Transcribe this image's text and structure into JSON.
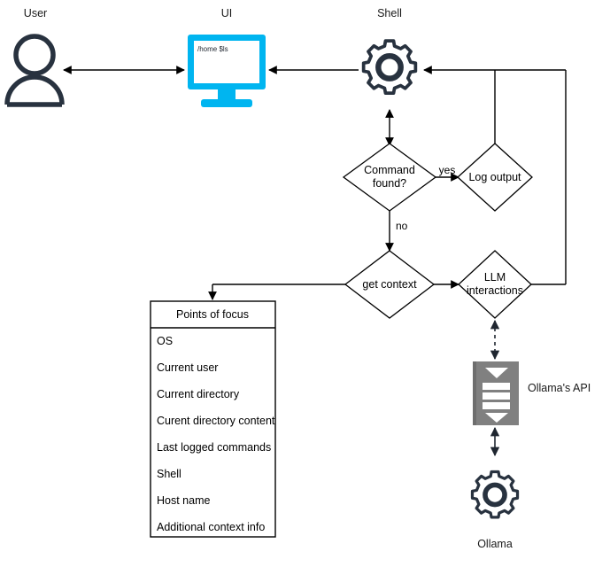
{
  "diagram": {
    "title_labels": [
      {
        "id": "user",
        "text": "User"
      },
      {
        "id": "ui",
        "text": "UI"
      },
      {
        "id": "shell",
        "text": "Shell"
      }
    ],
    "terminal_screen": {
      "text": "/home $ls",
      "color": "#00b5f0"
    },
    "nodes": [
      {
        "id": "command-found",
        "label_line1": "Command",
        "label_line2": "found?",
        "shape": "diamond"
      },
      {
        "id": "log-output",
        "label_line1": "Log output",
        "label_line2": "",
        "shape": "diamond"
      },
      {
        "id": "get-context",
        "label_line1": "get context",
        "label_line2": "",
        "shape": "diamond"
      },
      {
        "id": "llm-interactions",
        "label_line1": "LLM",
        "label_line2": "interactions",
        "shape": "diamond"
      }
    ],
    "edge_labels": [
      {
        "id": "yes",
        "text": "yes"
      },
      {
        "id": "no",
        "text": "no"
      }
    ],
    "focus_table": {
      "header": "Points of focus",
      "rows": [
        "OS",
        "Current user",
        "Current directory",
        "Curent directory content",
        "Last logged commands",
        "Shell",
        "Host name",
        "Additional context info"
      ]
    },
    "api_node": {
      "label": "Ollama's API",
      "color": "#808080"
    },
    "ollama_node": {
      "label": "Ollama",
      "color": "#28323f"
    },
    "colors": {
      "accent_cyan": "#00b5f0",
      "dark_navy": "#28323f",
      "gray": "#808080",
      "line_black": "#000000"
    }
  }
}
